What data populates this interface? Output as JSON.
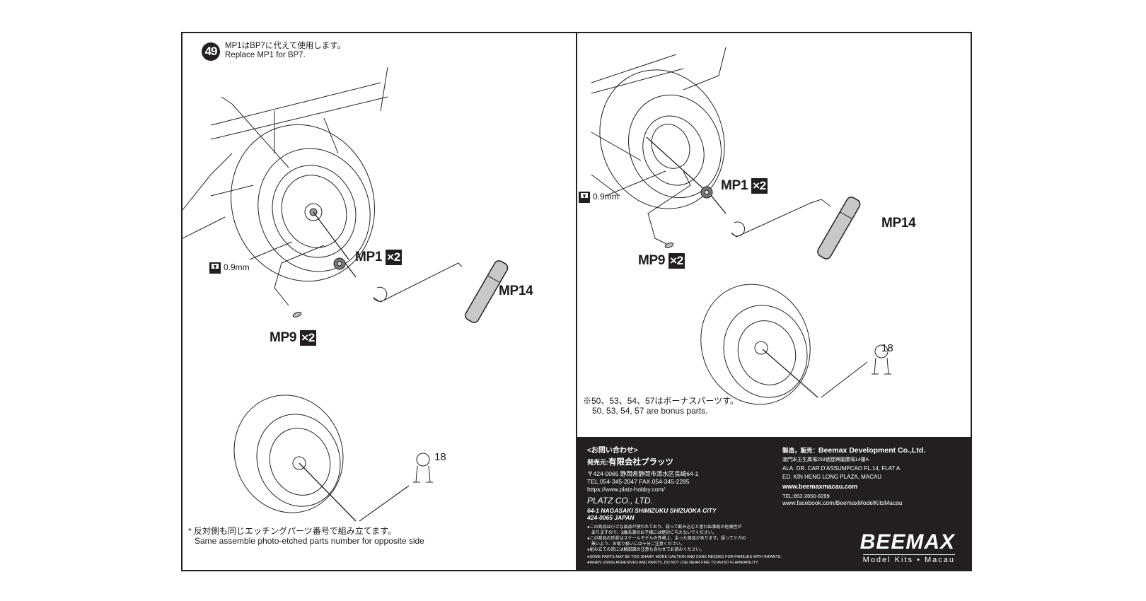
{
  "left_page": {
    "step": {
      "number": "49",
      "text_jp": "MP1はBP7に代えて使用します。",
      "text_en": "Replace MP1 for BP7."
    },
    "parts": [
      {
        "label": "MP1",
        "qty": "×2"
      },
      {
        "label": "MP14",
        "qty": ""
      },
      {
        "label": "MP9",
        "qty": "×2"
      }
    ],
    "drill": {
      "icon": "drill-icon",
      "size": "0.9mm"
    },
    "photo_etched_part": "18",
    "footnote_jp": "* 反対側も同じエッチングパーツ番号で組み立てます。",
    "footnote_en": "Same assemble photo-etched parts number for opposite side"
  },
  "right_page": {
    "parts": [
      {
        "label": "MP1",
        "qty": "×2"
      },
      {
        "label": "MP14",
        "qty": ""
      },
      {
        "label": "MP9",
        "qty": "×2"
      }
    ],
    "drill": {
      "icon": "drill-icon",
      "size": "0.9mm"
    },
    "photo_etched_part": "18",
    "bonus_note_jp": "※50、53、54、57はボーナスパーツす。",
    "bonus_note_en": "50, 53, 54, 57 are bonus parts.",
    "footer": {
      "contact_heading": "<お問い合わせ>",
      "distributor_label": "発売元:",
      "distributor_name": "有限会社プラッツ",
      "distributor_address": "〒424-0065 静岡県静岡市清水区長崎64-1",
      "distributor_phone": "TEL.054-345-2047 FAX.054-345-2285",
      "distributor_url": "https://www.platz-hobby.com/",
      "company_en": "PLATZ CO., LTD.",
      "company_address_1": "64-1 NAGASAKI SHIMIZUKU SHIZUOKA CITY",
      "company_address_2": "424-0065 JAPAN",
      "warnings_jp": [
        "●この商品は小さな部品が使われており、誤って飲み込むと思わぬ事故の危険性が",
        "　ありますので、3歳未満のお子様には絶対に与えないでください。",
        "●この商品の形状はスケールモデルの性格上、尖った部品があります。誤ってケガの",
        "　無いよう、お取り扱いには十分ご注意ください。",
        "●組み立ての前には解説図の注意も合わせてお読みください。"
      ],
      "warnings_en": [
        "●SOME PARTS MAY BE TOO SHARP. MORE CAUTION AND CARE NEEDED FOR FAMILIES WITH INFANTS.",
        "●WHEN USING ADHESIVES AND PAINTS, DO NOT USE NEAR FIRE TO AVOID FLAMMABILITY."
      ],
      "manufacturer_label": "製造，販売：",
      "manufacturer_name": "Beemax Development Co.,Ltd.",
      "manufacturer_address_cn": "澳門宋玉生廣場258號建興龍廣場14樓A",
      "manufacturer_address_1": "ALA. DR. CAR.D'ASSUMPCAO FL.14, FLAT A",
      "manufacturer_address_2": "ED. KIN HENG LONG PLAZA, MACAU",
      "manufacturer_url": "www.beemaxmacau.com",
      "manufacturer_phone": "TEL:853-2850-8299",
      "manufacturer_facebook": "www.facebook.com/BeemaxModelKitsMacau",
      "brand_name": "BEEMAX",
      "brand_tagline": "Model Kits • Macau"
    }
  }
}
